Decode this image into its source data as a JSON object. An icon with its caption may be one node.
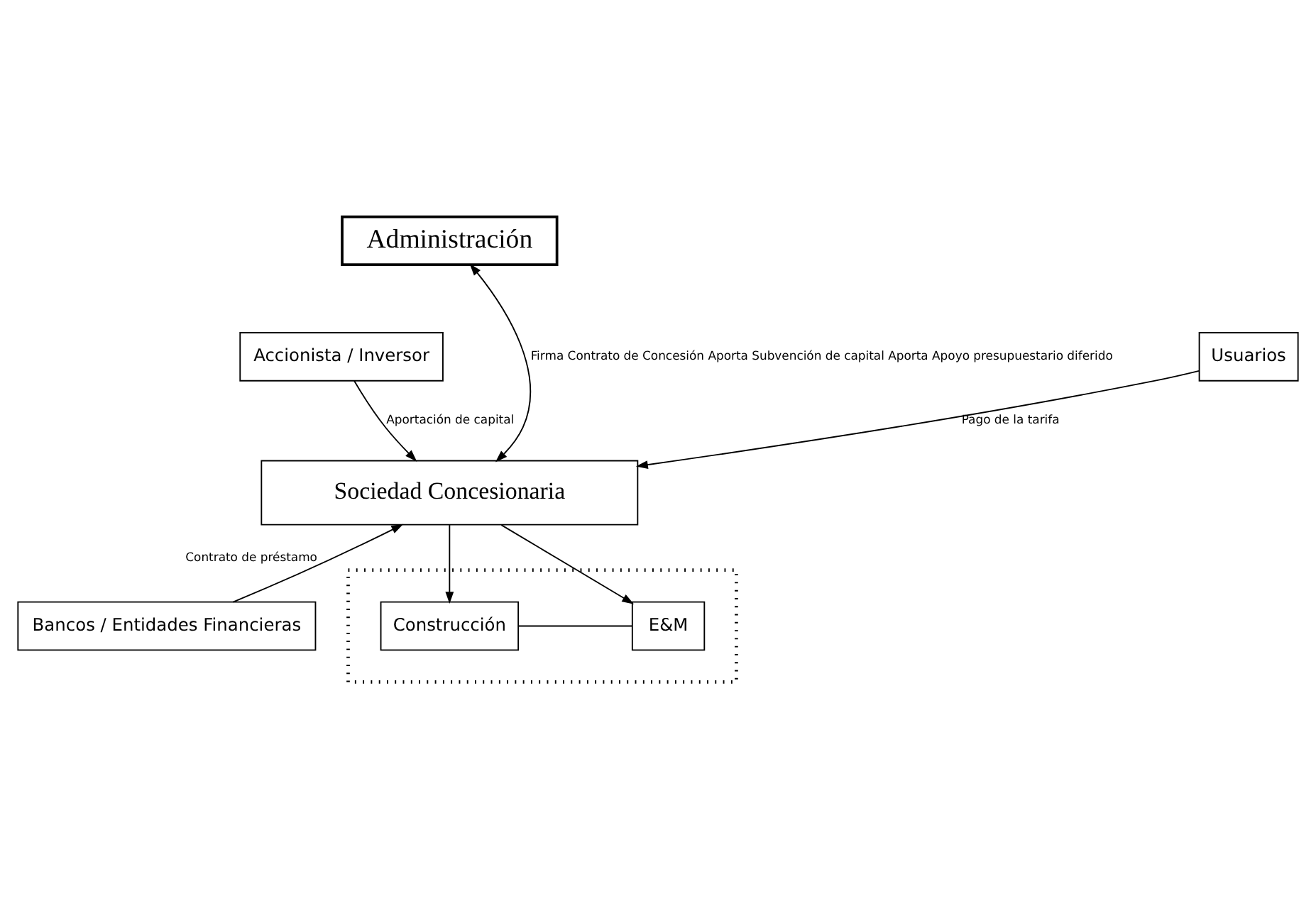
{
  "diagram": {
    "nodes": [
      {
        "text": [
          "Administración"
        ]
      },
      {
        "text": [
          "Accionista / Inversor"
        ]
      },
      {
        "text": [
          "Sociedad Concesionaria"
        ]
      },
      {
        "text": [
          "Usuarios"
        ]
      },
      {
        "text": [
          "Bancos / Entidades Financieras"
        ]
      },
      {
        "text": [],
        "shape": "box"
      },
      {
        "text": [
          "Construcción"
        ],
        "in": 5
      },
      {
        "text": [
          "E&M"
        ],
        "in": 5
      }
    ],
    "edges": [
      {
        "from": 0,
        "to": 2,
        "arrow": "both",
        "label": "Firma Contrato de Concesión Aporta Subvención de capital Aporta Apoyo presupuestario diferido"
      },
      {
        "from": 1,
        "to": 2,
        "arrow": "to",
        "label": "Aportación de capital"
      },
      {
        "from": 4,
        "to": 2,
        "arrow": "to",
        "label": "Contrato de préstamo"
      },
      {
        "from": 3,
        "to": 2,
        "arrow": "to",
        "label": "Pago de la tarifa"
      },
      {
        "from": 2,
        "to": 6,
        "arrow": "to"
      },
      {
        "from": 2,
        "to": 7,
        "arrow": "to"
      },
      {
        "from": 6,
        "to": 7,
        "arrow": "none"
      }
    ]
  }
}
